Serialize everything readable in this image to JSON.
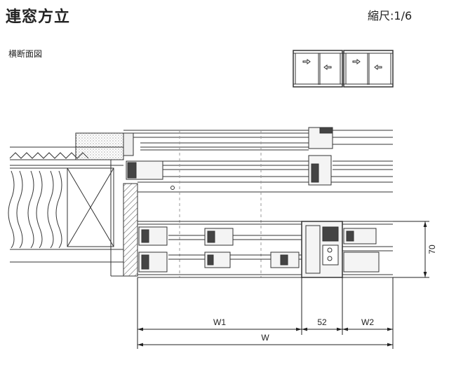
{
  "header": {
    "title": "連窓方立",
    "scale": "縮尺:1/6"
  },
  "section": {
    "subtitle": "横断面図"
  },
  "dimensions": {
    "w1": "W1",
    "mullion_width": "52",
    "w2": "W2",
    "overall": "W",
    "depth": "70"
  },
  "colors": {
    "line": "#333333",
    "frame_fill": "#f4f4f4",
    "dark_fill": "#444444"
  }
}
